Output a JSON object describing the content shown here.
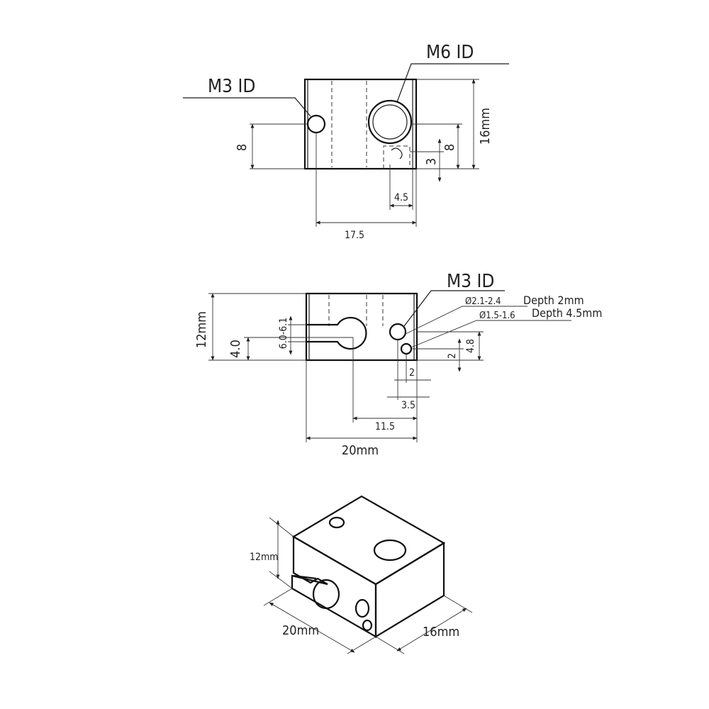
{
  "top_view": {
    "m6_label": "M6 ID",
    "m3_label": "M3 ID",
    "dim_16": "16mm",
    "dim_8_left": "8",
    "dim_8_right": "8",
    "dim_3": "3",
    "dim_4_5": "4.5",
    "dim_17_5": "17.5"
  },
  "front_view": {
    "m3_label": "M3 ID",
    "hole1_note": "Ø2.1-2.4",
    "hole1_depth": "Depth 2mm",
    "hole2_note": "Ø1.5-1.6",
    "hole2_depth": "Depth 4.5mm",
    "dim_12": "12mm",
    "dim_4_0": "4.0",
    "dim_slot": "6.0-6.1",
    "dim_4_8": "4.8",
    "dim_2_right": "2",
    "dim_2_bottom": "2",
    "dim_3_5": "3.5",
    "dim_11_5": "11.5",
    "dim_20": "20mm"
  },
  "iso_view": {
    "dim_12": "12mm",
    "dim_20": "20mm",
    "dim_16": "16mm"
  }
}
